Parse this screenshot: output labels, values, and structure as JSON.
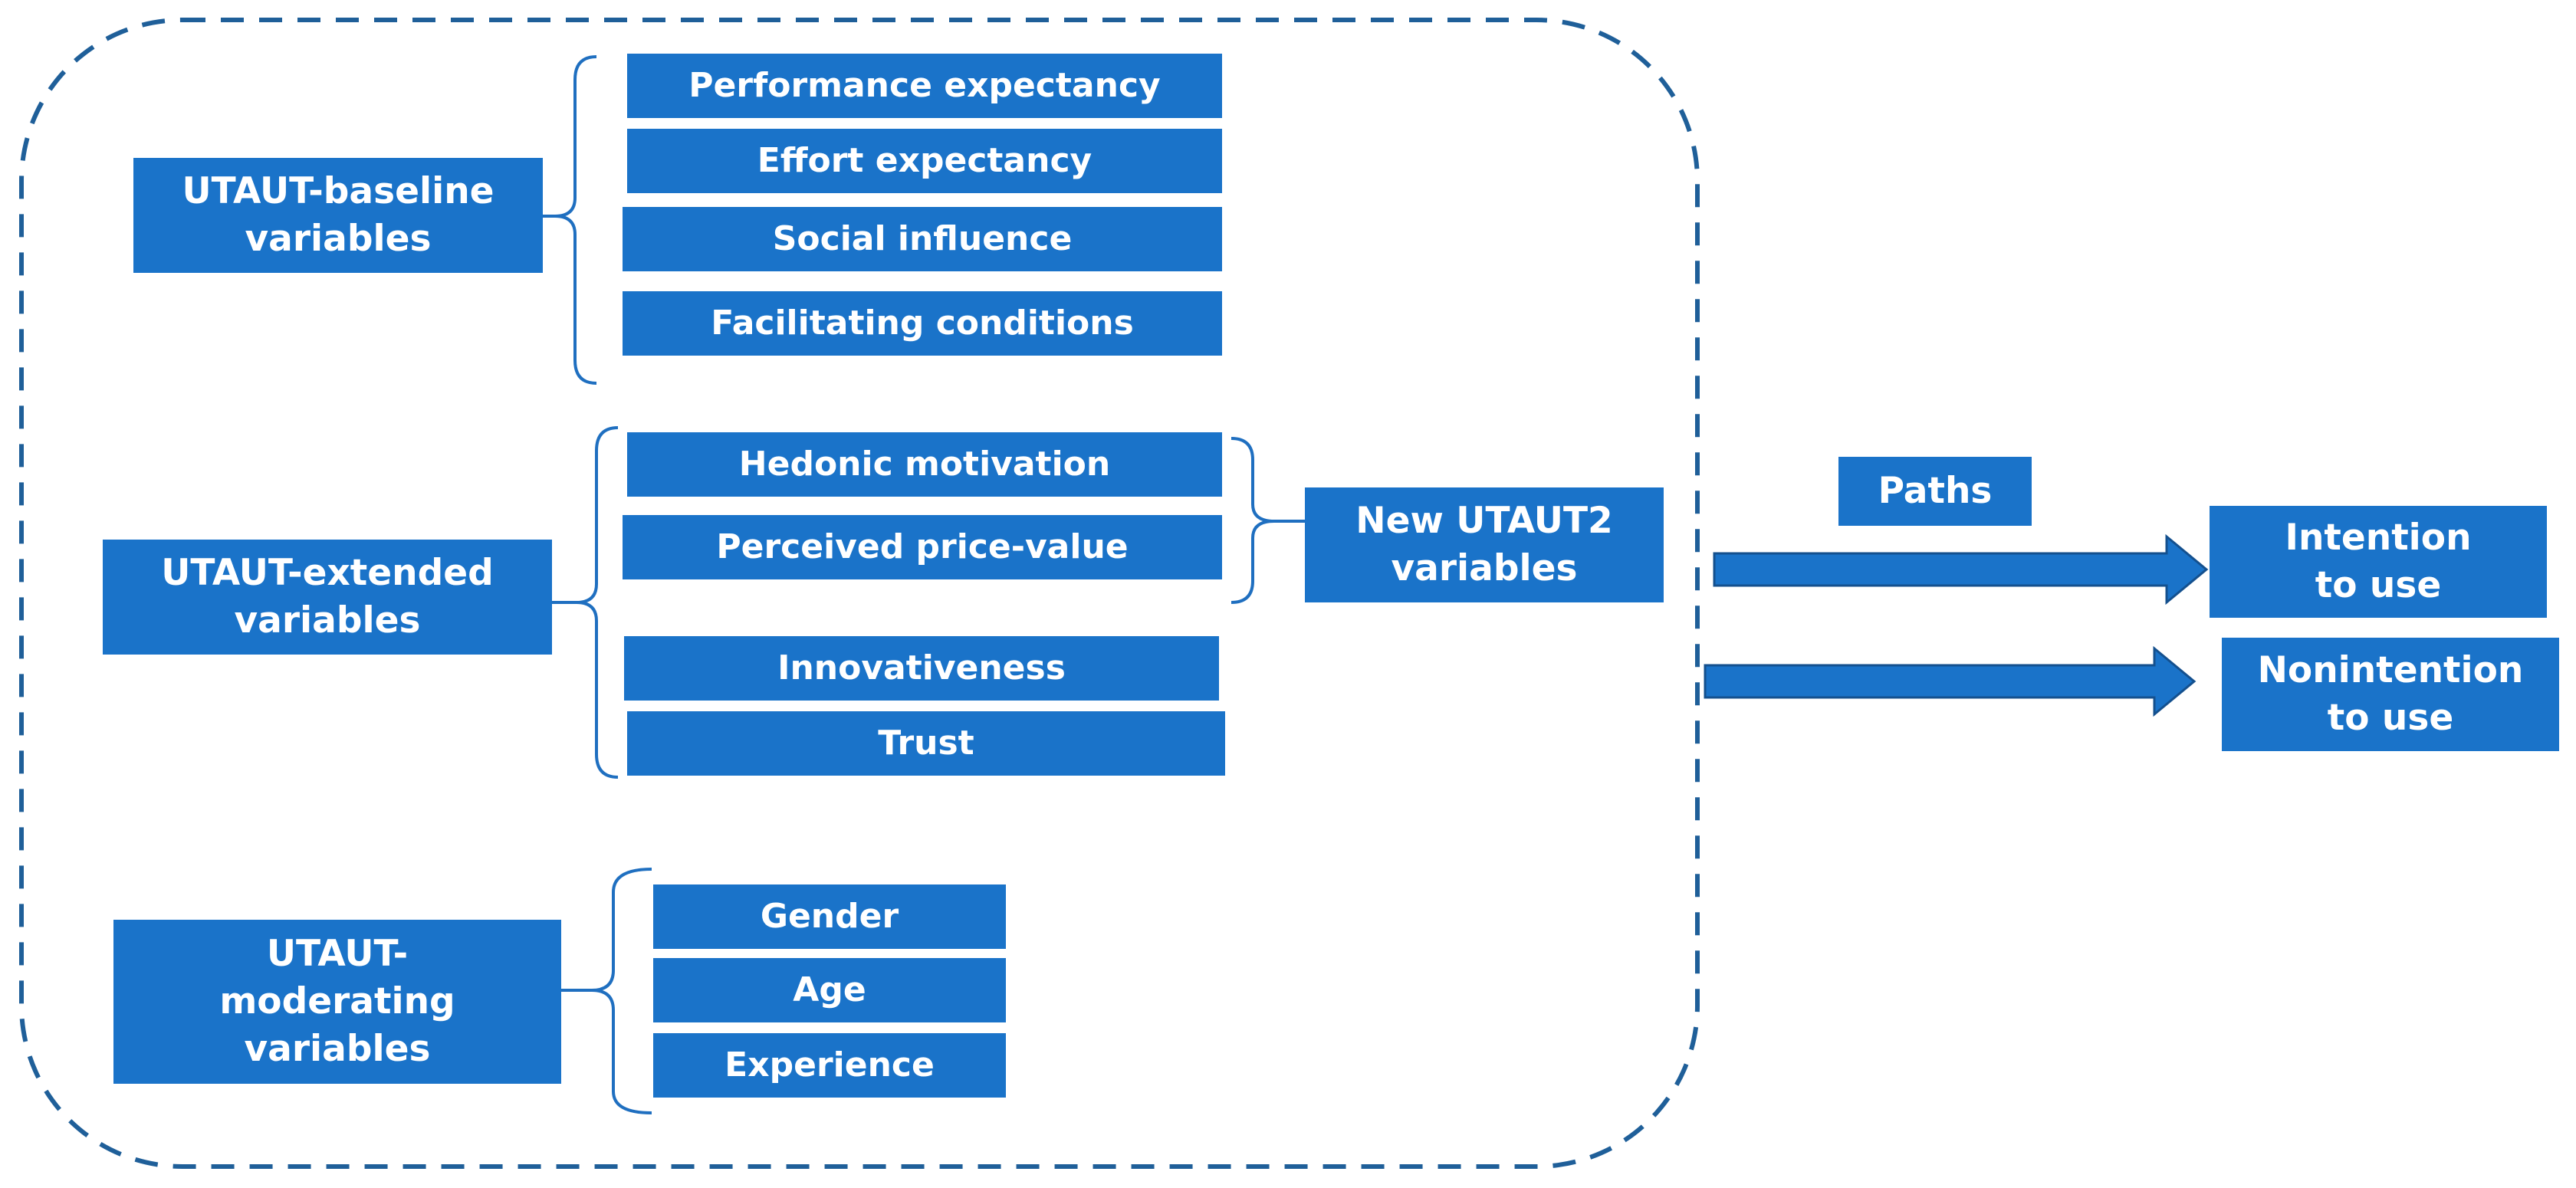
{
  "colors": {
    "box_fill": "#1a73c9",
    "box_text": "#ffffff",
    "dashed_border": "#1f5f99",
    "bracket": "#1f6fc0",
    "arrow": "#1a73c9"
  },
  "groups": {
    "baseline": {
      "label": "UTAUT-baseline\nvariables",
      "items": [
        "Performance expectancy",
        "Effort expectancy",
        "Social influence",
        "Facilitating conditions"
      ]
    },
    "extended": {
      "label": "UTAUT-extended\nvariables",
      "items": [
        "Hedonic motivation",
        "Perceived price-value",
        "Innovativeness",
        "Trust"
      ]
    },
    "moderating": {
      "label": "UTAUT-\nmoderating\nvariables",
      "items": [
        "Gender",
        "Age",
        "Experience"
      ]
    }
  },
  "new_utaut2": "New UTAUT2\nvariables",
  "paths": "Paths",
  "outcomes": {
    "intention": "Intention\nto use",
    "nonintention": "Nonintention\nto use"
  }
}
